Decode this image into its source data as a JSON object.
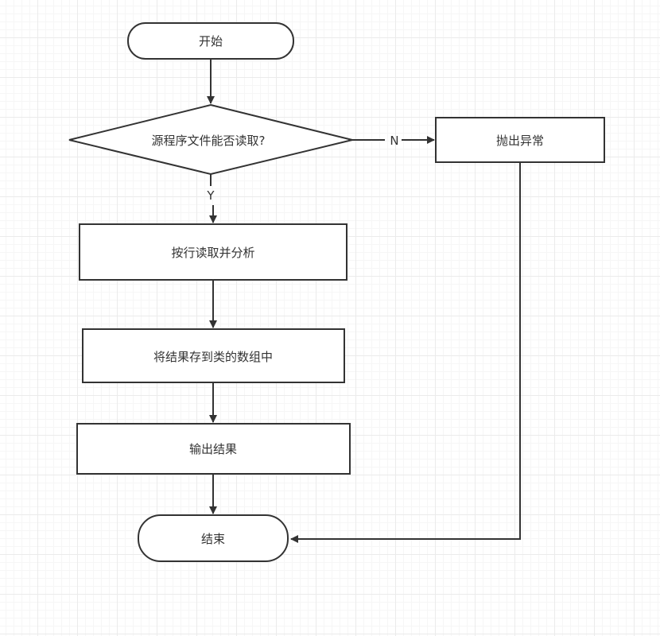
{
  "nodes": {
    "start": "开始",
    "decision": "源程序文件能否读取?",
    "exception": "抛出异常",
    "read": "按行读取并分析",
    "store": "将结果存到类的数组中",
    "output": "输出结果",
    "end": "结束"
  },
  "edge_labels": {
    "no": "N",
    "yes": "Y"
  }
}
